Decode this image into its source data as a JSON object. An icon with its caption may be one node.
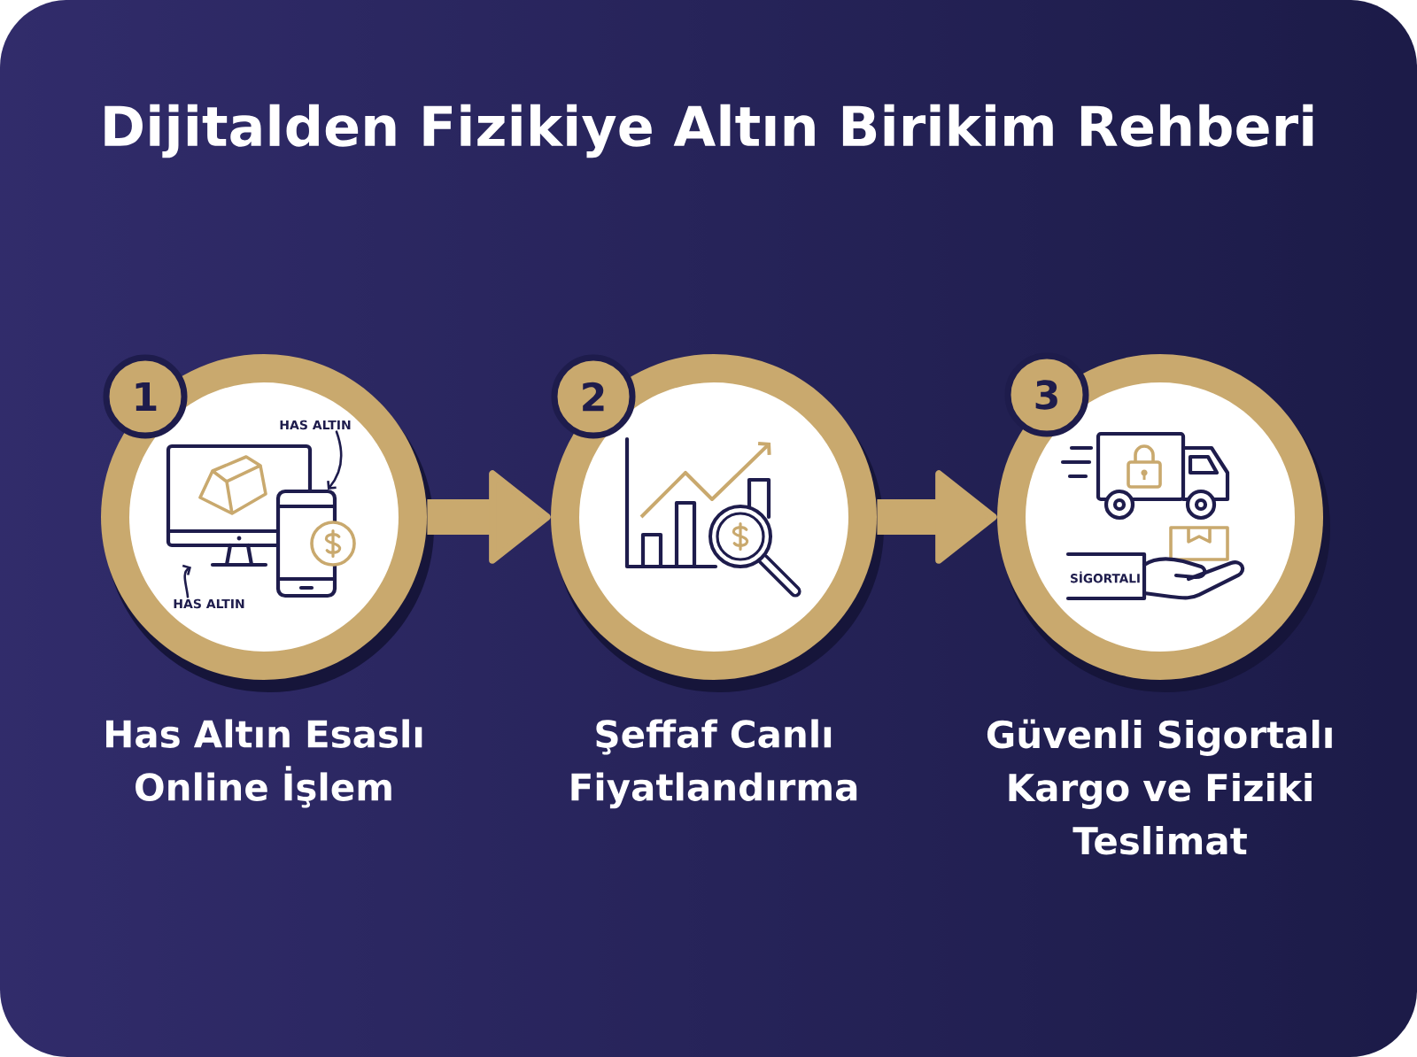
{
  "diagram": {
    "title": "Dijitalden Fizikiye Altın Birikim Rehberi",
    "nodes": [
      {
        "text": [
          "1"
        ]
      },
      {
        "text": [
          "Has Altın Esaslı Online İşlem"
        ]
      },
      {
        "text": [
          "HAS ALTIN"
        ],
        "in": 1
      },
      {
        "text": [],
        "shape": "picture",
        "in": 1
      },
      {
        "text": [],
        "shape": "picture",
        "in": 1
      },
      {
        "text": [
          "HAS ALTIN"
        ],
        "in": 1
      },
      {
        "text": [
          "2"
        ]
      },
      {
        "text": [
          "Şeffaf Canlı Fiyatlandırma"
        ]
      },
      {
        "text": [
          "3"
        ]
      },
      {
        "text": [
          "Güvenli Sigortalı Kargo ve Fiziki Teslimat"
        ]
      }
    ],
    "edges": [
      {
        "from": 1,
        "to": 7,
        "arrow": "to",
        "style": "thick",
        "color": "#c9a96e"
      },
      {
        "from": 7,
        "to": 9,
        "arrow": "to",
        "style": "thick",
        "color": "#c9a96e"
      },
      {
        "from": 2,
        "to": 4,
        "arrow": "to",
        "color": "#1e1c4c"
      },
      {
        "from": 5,
        "to": 3,
        "arrow": "to",
        "color": "#1e1c4c"
      }
    ],
    "labels": [
      "SİGORTALI"
    ]
  }
}
